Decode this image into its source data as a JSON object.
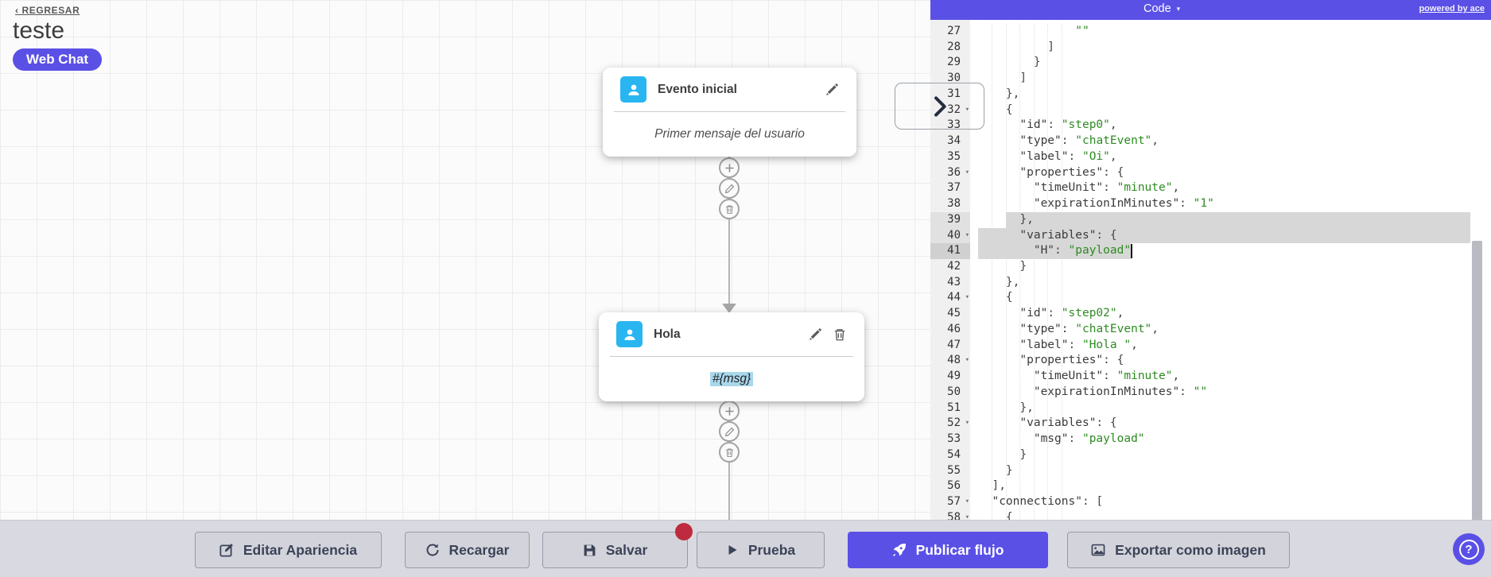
{
  "accent": "#5a50e6",
  "canvas": {
    "back_link": "‹ REGRESAR",
    "flow_title": "teste",
    "channel_badge": "Web Chat",
    "nodes": [
      {
        "title": "Evento inicial",
        "body": "Primer mensaje del usuario"
      },
      {
        "title": "Hola",
        "body": "#{msg}"
      }
    ]
  },
  "editor": {
    "menu_label": "Code",
    "menu_caret": "▾",
    "powered_by": "powered by ace",
    "fold_icon": "▾",
    "colors": {
      "string": "#2e8b22",
      "key": "#3b3b3b",
      "selection": "#d7d7d7",
      "bar": "#5a50e6"
    },
    "lines": [
      {
        "n": 27,
        "text": "              \"\""
      },
      {
        "n": 28,
        "text": "          ]"
      },
      {
        "n": 29,
        "text": "        }"
      },
      {
        "n": 30,
        "text": "      ]"
      },
      {
        "n": 31,
        "text": "    },"
      },
      {
        "n": 32,
        "text": "    {",
        "fold": true
      },
      {
        "n": 33,
        "text": "      \"id\": \"step0\","
      },
      {
        "n": 34,
        "text": "      \"type\": \"chatEvent\","
      },
      {
        "n": 35,
        "text": "      \"label\": \"Oi\","
      },
      {
        "n": 36,
        "text": "      \"properties\": {",
        "fold": true
      },
      {
        "n": 37,
        "text": "        \"timeUnit\": \"minute\","
      },
      {
        "n": 38,
        "text": "        \"expirationInMinutes\": \"1\""
      },
      {
        "n": 39,
        "text": "      },",
        "sel": [
          4,
          -1
        ],
        "gutter": "sel"
      },
      {
        "n": 40,
        "text": "      \"variables\": {",
        "fold": true,
        "sel": [
          0,
          -1
        ],
        "gutter": "sel"
      },
      {
        "n": 41,
        "text": "        \"H\": \"payload\"",
        "sel": [
          0,
          22
        ],
        "cursor": 22,
        "gutter": "active"
      },
      {
        "n": 42,
        "text": "      }"
      },
      {
        "n": 43,
        "text": "    },"
      },
      {
        "n": 44,
        "text": "    {",
        "fold": true
      },
      {
        "n": 45,
        "text": "      \"id\": \"step02\","
      },
      {
        "n": 46,
        "text": "      \"type\": \"chatEvent\","
      },
      {
        "n": 47,
        "text": "      \"label\": \"Hola \","
      },
      {
        "n": 48,
        "text": "      \"properties\": {",
        "fold": true
      },
      {
        "n": 49,
        "text": "        \"timeUnit\": \"minute\","
      },
      {
        "n": 50,
        "text": "        \"expirationInMinutes\": \"\""
      },
      {
        "n": 51,
        "text": "      },"
      },
      {
        "n": 52,
        "text": "      \"variables\": {",
        "fold": true
      },
      {
        "n": 53,
        "text": "        \"msg\": \"payload\""
      },
      {
        "n": 54,
        "text": "      }"
      },
      {
        "n": 55,
        "text": "    }"
      },
      {
        "n": 56,
        "text": "  ],"
      },
      {
        "n": 57,
        "text": "  \"connections\": [",
        "fold": true
      },
      {
        "n": 58,
        "text": "    {",
        "fold": true
      }
    ]
  },
  "toolbar": {
    "buttons": [
      {
        "label": "Editar Apariencia"
      },
      {
        "label": "Recargar"
      },
      {
        "label": "Salvar",
        "unsaved_dot": true
      },
      {
        "label": "Prueba"
      },
      {
        "label": "Publicar flujo",
        "primary": true
      },
      {
        "label": "Exportar como imagen"
      }
    ]
  },
  "help_label": "?"
}
